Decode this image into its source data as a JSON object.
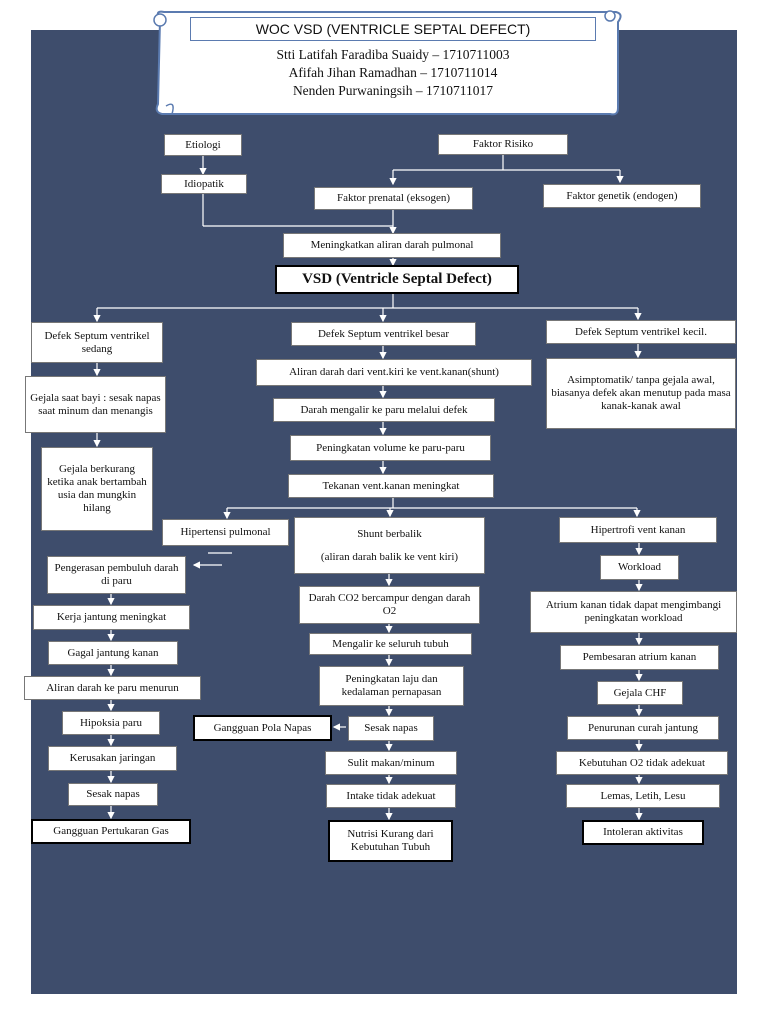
{
  "header": {
    "title": "WOC VSD (VENTRICLE SEPTAL DEFECT)",
    "authors": [
      "Stti Latifah Faradiba Suaidy – 1710711003",
      "Afifah Jihan Ramadhan – 1710711014",
      "Nenden Purwaningsih – 1710711017"
    ]
  },
  "nodes": {
    "etiologi": "Etiologi",
    "idiopatik": "Idiopatik",
    "faktor_risiko": "Faktor Risiko",
    "faktor_prenatal": "Faktor prenatal (eksogen)",
    "faktor_genetik": "Faktor genetik (endogen)",
    "meningkatkan_aliran": "Meningkatkan aliran darah pulmonal",
    "vsd": "VSD (Ventricle Septal Defect)",
    "defek_sedang": "Defek Septum ventrikel sedang",
    "defek_besar": "Defek Septum ventrikel besar",
    "defek_kecil": "Defek Septum ventrikel kecil.",
    "gejala_saat_bayi": "Gejala saat bayi : sesak napas saat minum dan menangis",
    "gejala_berkurang": "Gejala berkurang ketika anak bertambah usia dan mungkin hilang",
    "asimptomatik": "Asimptomatik/ tanpa gejala awal, biasanya defek akan menutup pada masa kanak-kanak awal",
    "aliran_shunt": "Aliran darah dari vent.kiri ke vent.kanan(shunt)",
    "darah_mengalir_paru": "Darah mengalir ke paru melalui defek",
    "peningkatan_volume": "Peningkatan volume ke paru-paru",
    "tekanan_vent": "Tekanan vent.kanan meningkat",
    "hipertensi_pulmonal": "Hipertensi pulmonal",
    "shunt_berbalik_1": "Shunt berbalik",
    "shunt_berbalik_2": "(aliran darah balik ke vent kiri)",
    "hipertrofi": "Hipertrofi vent kanan",
    "pengerasan": "Pengerasan pembuluh darah di paru",
    "kerja_jantung": "Kerja jantung meningkat",
    "gagal_jantung": "Gagal jantung kanan",
    "aliran_paru_menurun": "Aliran darah ke paru menurun",
    "hipoksia": "Hipoksia paru",
    "kerusakan": "Kerusakan jaringan",
    "sesak_kiri": "Sesak napas",
    "gangguan_gas": "Gangguan Pertukaran Gas",
    "darah_co2": "Darah CO2 bercampur dengan darah O2",
    "mengalir_tubuh": "Mengalir ke seluruh tubuh",
    "peningkatan_laju": "Peningkatan laju dan kedalaman pernapasan",
    "gangguan_pola": "Gangguan Pola Napas",
    "sesak_tengah": "Sesak napas",
    "sulit_makan": "Sulit makan/minum",
    "intake": "Intake tidak adekuat",
    "nutrisi": "Nutrisi Kurang dari Kebutuhan Tubuh",
    "workload": "Workload",
    "atrium_kanan": "Atrium kanan tidak dapat mengimbangi peningkatan workload",
    "pembesaran": "Pembesaran atrium kanan",
    "gejala_chf": "Gejala CHF",
    "penurunan_curah": "Penurunan curah jantung",
    "kebutuhan_o2": "Kebutuhan O2 tidak adekuat",
    "lemas": "Lemas, Letih, Lesu",
    "intoleran": "Intoleran aktivitas"
  },
  "colors": {
    "background": "#3e4d6c",
    "lines": "#ffffff",
    "scroll_border": "#5b7bb0"
  }
}
